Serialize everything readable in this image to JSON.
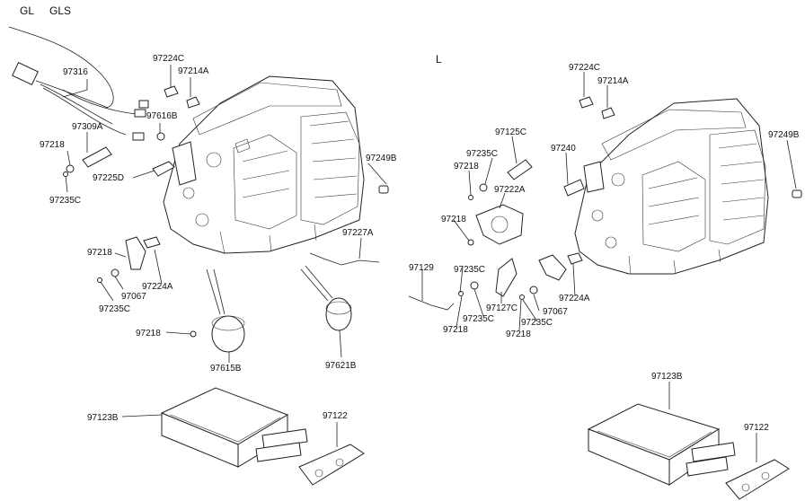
{
  "headers": {
    "gl": "GL",
    "gls": "GLS",
    "l": "L"
  },
  "left": {
    "97316": "97316",
    "97309A": "97309A",
    "97218_a": "97218",
    "97235C_a": "97235C",
    "97224C": "97224C",
    "97214A": "97214A",
    "97616B": "97616B",
    "97225D": "97225D",
    "97249B": "97249B",
    "97227A": "97227A",
    "97218_b": "97218",
    "97067": "97067",
    "97224A": "97224A",
    "97235C_b": "97235C",
    "97218_c": "97218",
    "97615B": "97615B",
    "97621B": "97621B",
    "97123B": "97123B",
    "97122": "97122"
  },
  "right": {
    "97224C": "97224C",
    "97214A": "97214A",
    "97125C": "97125C",
    "97235C_a": "97235C",
    "97218_a": "97218",
    "97240": "97240",
    "97222A": "97222A",
    "97249B": "97249B",
    "97218_b": "97218",
    "97235C_b": "97235C",
    "97129": "97129",
    "97127C": "97127C",
    "97235C_c": "97235C",
    "97218_c": "97218",
    "97067": "97067",
    "97235C_d": "97235C",
    "97224A": "97224A",
    "97218_d": "97218",
    "97123B": "97123B",
    "97122": "97122"
  }
}
